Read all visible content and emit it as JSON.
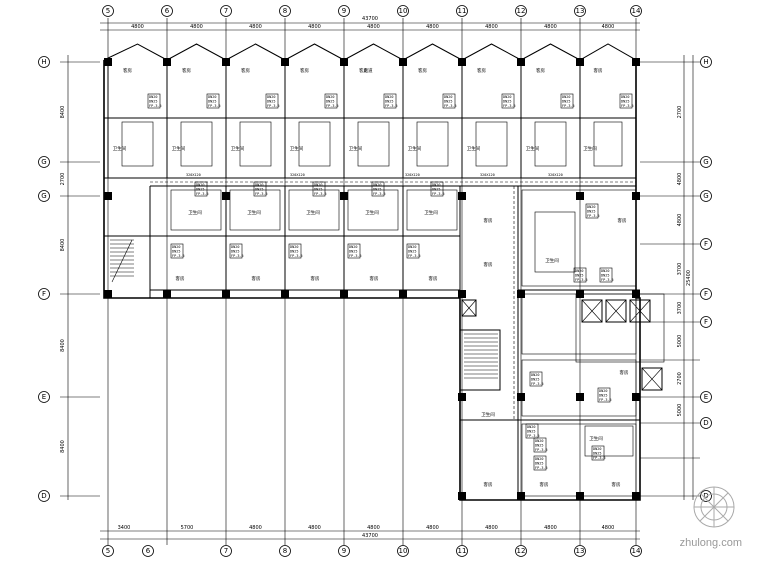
{
  "grid": {
    "top_numbers": [
      "5",
      "6",
      "7",
      "8",
      "9",
      "10",
      "11",
      "12",
      "13",
      "14"
    ],
    "bottom_numbers": [
      "5",
      "6",
      "7",
      "8",
      "9",
      "10",
      "11",
      "12",
      "13",
      "14"
    ],
    "left_letters": [
      "H",
      "G",
      "G",
      "F",
      "E",
      "D"
    ],
    "right_letters": [
      "H",
      "G",
      "G",
      "F",
      "F",
      "F",
      "E",
      "D",
      "D"
    ]
  },
  "dims": {
    "top_overall": "43700",
    "top_bays": [
      "4800",
      "4800",
      "4800",
      "4800",
      "4800",
      "4800",
      "4800",
      "4800",
      "4800"
    ],
    "bottom_overall": "43700",
    "bottom_bays": [
      "3400",
      "5700",
      "4800",
      "4800",
      "4800",
      "4800",
      "4800",
      "4800",
      "4800"
    ],
    "left_vertical": [
      "8400",
      "2700",
      "8400",
      "8400",
      "8400"
    ],
    "right_vertical": [
      "2700",
      "4800",
      "4800",
      "3700",
      "3700",
      "5000",
      "2700",
      "5000"
    ],
    "right_overall": "25400"
  },
  "rooms": {
    "guest_room": "客房",
    "bathroom": "卫生间",
    "corridor": "走道"
  },
  "equipment": {
    "fcu_label": "FP-3.5",
    "tag_a": "DN20",
    "tag_b": "DN25",
    "duct": "320X120"
  },
  "watermark": "zhulong.com"
}
